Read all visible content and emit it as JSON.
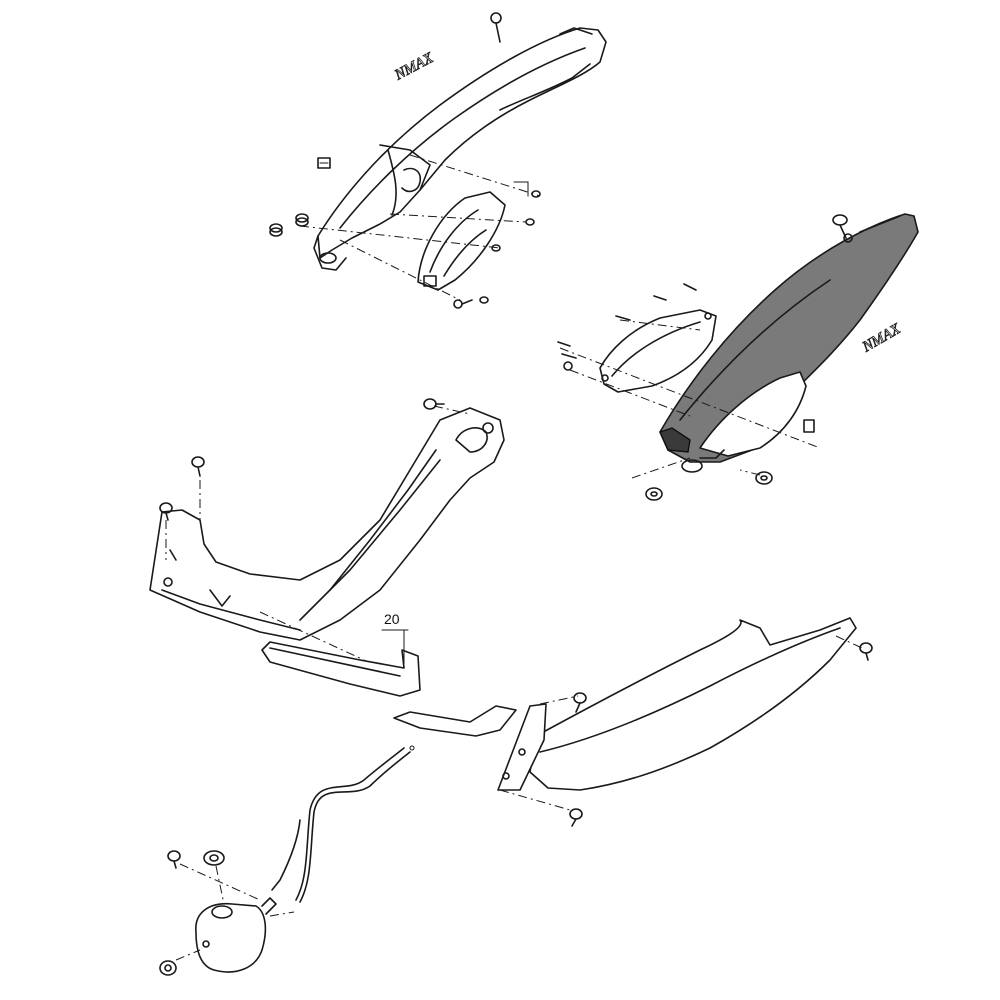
{
  "diagram": {
    "callouts": [
      {
        "id": "callout-20",
        "label": "20"
      }
    ],
    "logo_text": "NMAX"
  }
}
